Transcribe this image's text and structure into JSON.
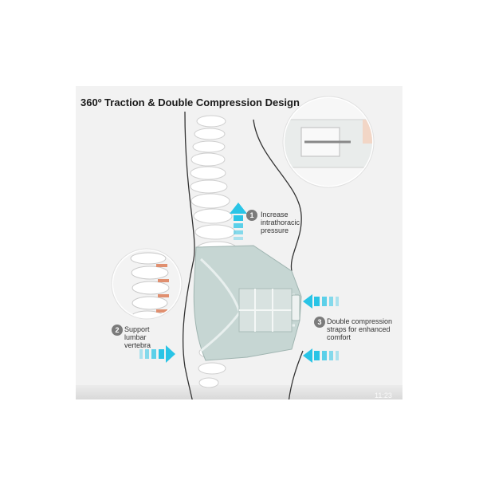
{
  "title": "360º Traction & Double Compression Design",
  "features": [
    {
      "number": "1",
      "text": "Increase\nintrathoracic\npressure"
    },
    {
      "number": "2",
      "text": "Support\nlumbar\nvertebra"
    },
    {
      "number": "3",
      "text": "Double compression\nstraps for enhanced\ncomfort"
    }
  ],
  "timestamp": "11:23",
  "colors": {
    "panel": "#f2f2f2",
    "arrow": "#29c4e6",
    "brace": "#c6d6d3",
    "badge": "#7b7b7b"
  },
  "icons": [
    "up-arrow-icon",
    "right-arrow-icon",
    "left-arrow-icon"
  ]
}
